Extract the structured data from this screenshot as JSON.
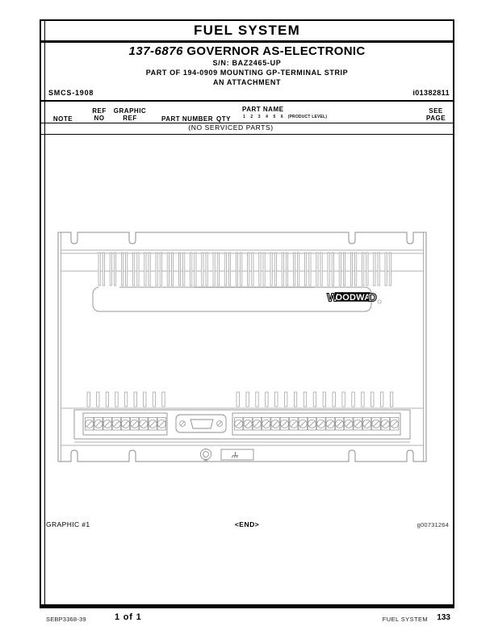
{
  "header": {
    "section_title": "FUEL SYSTEM",
    "part_number": "137-6876",
    "part_title": "GOVERNOR AS-ELECTRONIC",
    "serial_line": "S/N: BAZ2465-UP",
    "part_of_line": "PART OF 194-0909 MOUNTING GP-TERMINAL STRIP",
    "attachment_line": "AN ATTACHMENT",
    "smcs_code": "SMCS-1908",
    "doc_ref": "i01382811"
  },
  "table": {
    "columns": {
      "note": "NOTE",
      "ref_no_line1": "REF",
      "ref_no_line2": "NO",
      "graphic_ref_line1": "GRAPHIC",
      "graphic_ref_line2": "REF",
      "part_number": "PART NUMBER",
      "qty": "QTY",
      "part_name": "PART NAME",
      "product_level_nums": "1  2  3  4  5  6",
      "product_level_label": "(PRODUCT LEVEL)",
      "see_page_line1": "SEE",
      "see_page_line2": "PAGE"
    },
    "rows": [],
    "empty_message": "(NO SERVICED PARTS)"
  },
  "graphic": {
    "label": "GRAPHIC #1",
    "end_marker": "<END>",
    "image_id": "g00731264",
    "brand_logo": "WOODWARD",
    "brand_first_letter": "W",
    "brand_middle": "OODWAR",
    "brand_last_letter": "D"
  },
  "footer": {
    "document_code": "SEBP3368-39",
    "page_of": "1 of 1",
    "section_name": "FUEL SYSTEM",
    "page_number": "133"
  },
  "colors": {
    "ink": "#000000",
    "line_gray": "#9a9a9a",
    "line_light": "#c4c4c4",
    "paper": "#ffffff"
  }
}
